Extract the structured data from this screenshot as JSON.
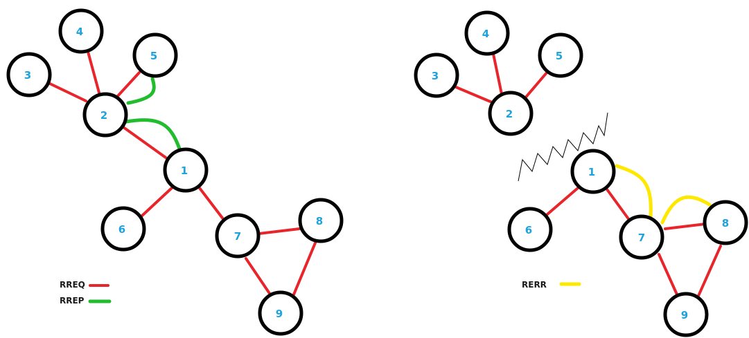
{
  "colors": {
    "rreq": "#e8252b",
    "rrep": "#22bd2e",
    "rerr": "#ffe800",
    "node_label": "#1fa3dd",
    "node_stroke": "#000000"
  },
  "left_graph": {
    "nodes": [
      "1",
      "2",
      "3",
      "4",
      "5",
      "6",
      "7",
      "8",
      "9"
    ],
    "legend": [
      {
        "label": "RREQ",
        "color": "#e8252b"
      },
      {
        "label": "RREP",
        "color": "#22bd2e"
      }
    ]
  },
  "right_graph": {
    "nodes": [
      "1",
      "2",
      "3",
      "4",
      "5",
      "6",
      "7",
      "8",
      "9"
    ],
    "legend": [
      {
        "label": "RERR",
        "color": "#ffe800"
      }
    ],
    "link_break_icon": "zigzag-break-icon"
  }
}
